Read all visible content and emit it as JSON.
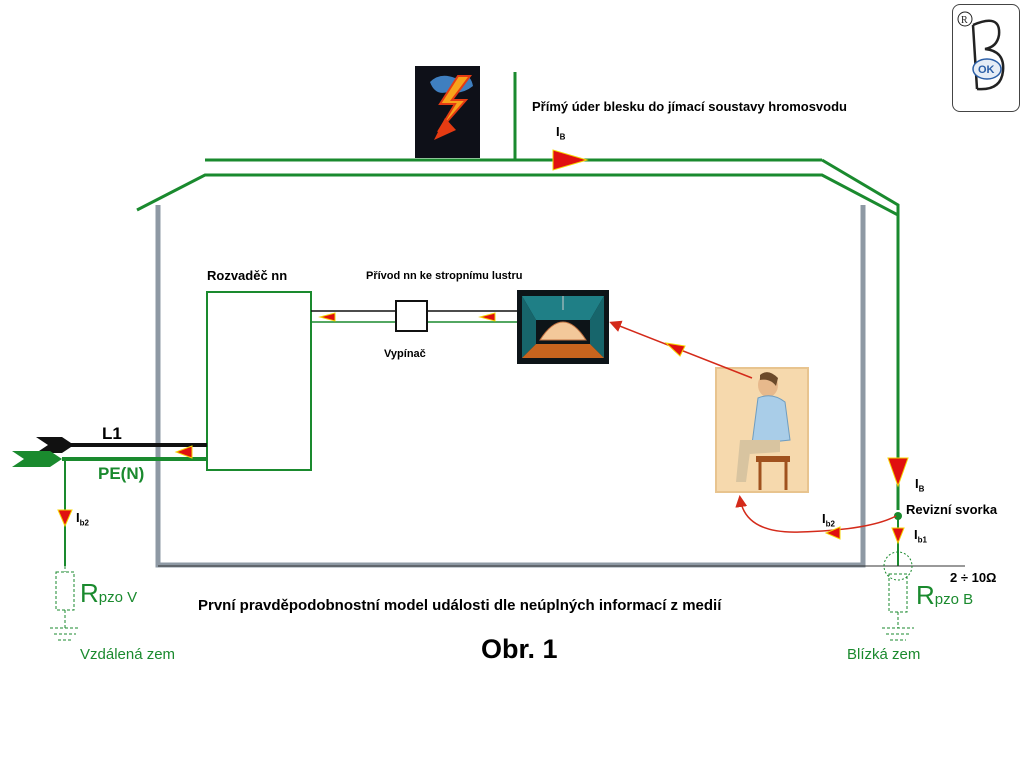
{
  "title_lightning": "Přímý úder blesku do jímací soustavy hromosvodu",
  "label_switchboard": "Rozvaděč nn",
  "label_supply": "Přívod nn ke stropnímu lustru",
  "label_switch": "Vypínač",
  "label_l1": "L1",
  "label_pe": "PE(N)",
  "current_ib_main": "I",
  "current_ib_main_sub": "B",
  "current_ib_down": "I",
  "current_ib_down_sub": "B",
  "current_ib1": "I",
  "current_ib1_sub": "b1",
  "current_ib2_right": "I",
  "current_ib2_right_sub": "b2",
  "current_ib2_left": "I",
  "current_ib2_left_sub": "b2",
  "label_test_clamp": "Revizní svorka",
  "resistance_range": "2 ÷ 10Ω",
  "r_left_main": "R",
  "r_left_sub": "pzo V",
  "r_right_main": "R",
  "r_right_sub": "pzo B",
  "label_remote_earth": "Vzdálená zem",
  "label_near_earth": "Blízká zem",
  "caption": "První pravděpodobnostní model události dle neúplných informací z medií",
  "figure_label": "Obr. 1",
  "logo_text": "OK",
  "colors": {
    "conductor_green": "#1a8a2e",
    "wall_gray": "#8e99a4",
    "arrow_red": "#e01010",
    "arrow_yellow": "#f5d400",
    "path_red": "#d42a1a"
  }
}
